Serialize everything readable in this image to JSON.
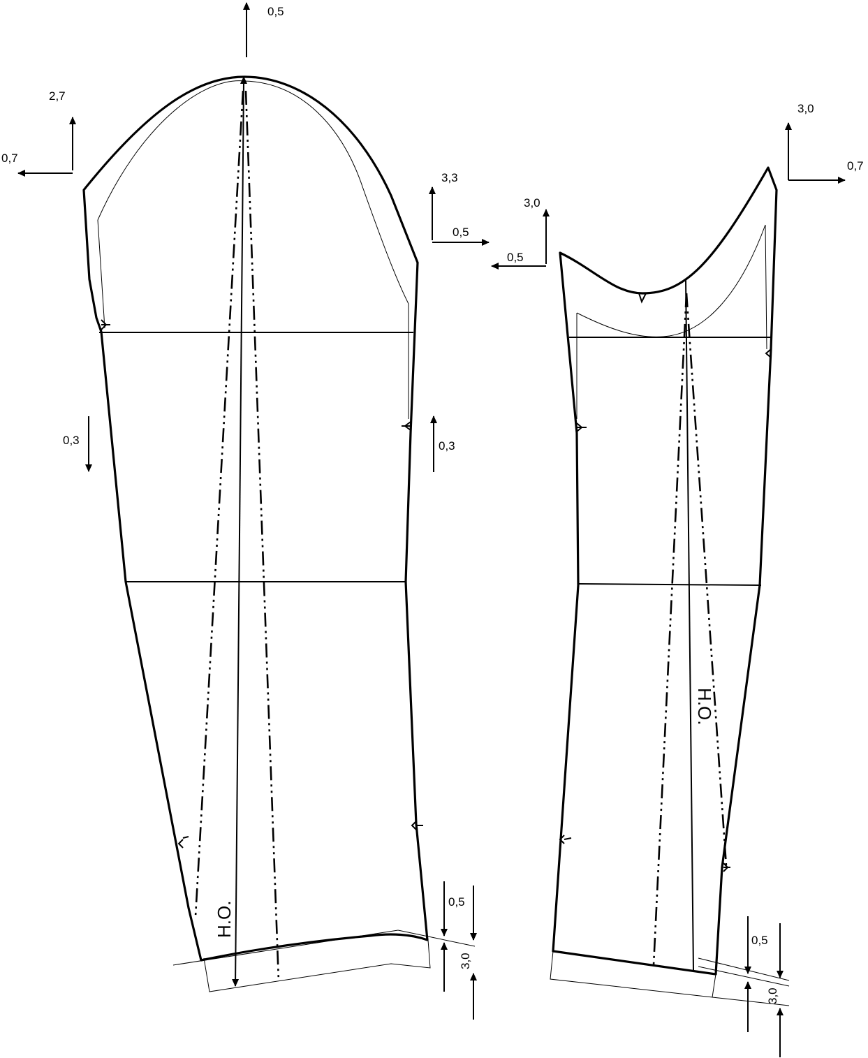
{
  "diagram": {
    "upper_sleeve": {
      "labels": {
        "top_up": "0,5",
        "top_left_up": "2,7",
        "top_left_left": "0,7",
        "right_up": "3,3",
        "right_right": "0,5",
        "side_left_down": "0,3",
        "side_right_up": "0,3",
        "bottom_a": "0,5",
        "bottom_b": "3,0",
        "grain": "Н.О."
      }
    },
    "under_sleeve": {
      "labels": {
        "top_left_up": "3,0",
        "top_left_left": "0,5",
        "top_right_up": "3,0",
        "top_right_right": "0,7",
        "bottom_a": "0,5",
        "bottom_b": "3,0",
        "grain": "Н.О."
      }
    }
  }
}
